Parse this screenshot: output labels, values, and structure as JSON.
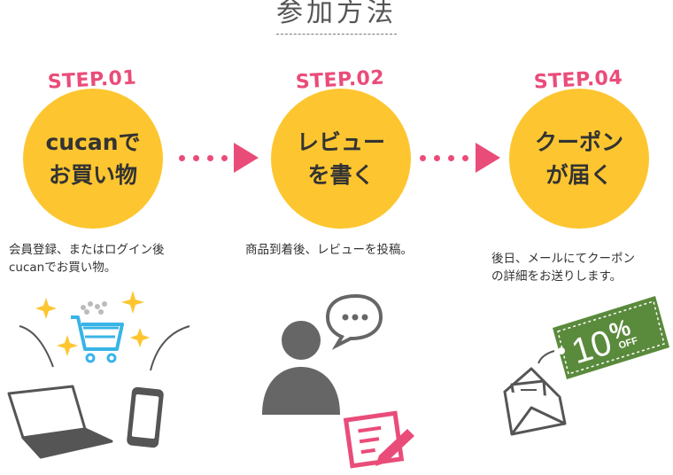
{
  "title": "参加方法",
  "steps": [
    {
      "label": "STEP.01",
      "line1": "cucanで",
      "line2": "お買い物",
      "desc1": "会員登録、またはログイン後",
      "desc2": "cucanでお買い物。"
    },
    {
      "label": "STEP.02",
      "line1": "レビュー",
      "line2": "を書く",
      "desc1": "商品到着後、レビューを投稿。",
      "desc2": ""
    },
    {
      "label": "STEP.04",
      "line1": "クーポン",
      "line2": "が届く",
      "desc1": "後日、メールにてクーポン",
      "desc2": "の詳細をお送りします。"
    }
  ],
  "coupon": {
    "value": "10",
    "percent": "%",
    "off": "OFF"
  },
  "colors": {
    "accent": "#ea4c79",
    "circle": "#fdc630",
    "coupon": "#5a8a3c",
    "icon": "#666666"
  },
  "icons": [
    "laptop-icon",
    "smartphone-icon",
    "shopping-cart-icon",
    "sparkle-icon",
    "user-icon",
    "speech-bubble-icon",
    "memo-pen-icon",
    "envelope-icon",
    "coupon-tag-icon"
  ]
}
